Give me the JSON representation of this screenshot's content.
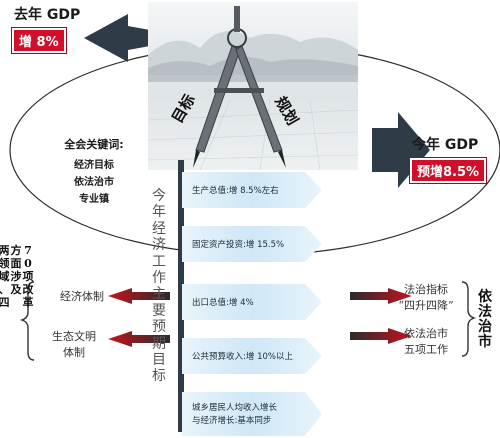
{
  "last_year": {
    "title": "去年 GDP",
    "badge": "增 8%"
  },
  "this_year": {
    "title": "今年 GDP",
    "badge": "预增8.5%"
  },
  "image_labels": {
    "goal": "目标",
    "plan": "规划"
  },
  "keywords": {
    "title": "全会关键词:",
    "items": [
      "经济目标",
      "依法治市",
      "专业镇"
    ]
  },
  "center_vertical": "今年经济工作主要预期目标",
  "targets": [
    "生产总值:增 8.5%左右",
    "固定资产投资:增 15.5%",
    "出口总值:增 4%",
    "公共预算收入:增 10%以上",
    [
      "城乡居民人均收入增长",
      "与经济增长:基本同步"
    ]
  ],
  "left_items": [
    "经济体制",
    [
      "生态文明",
      "体制"
    ]
  ],
  "left_vertical": [
    "两领域、四",
    "方面涉及",
    "70项改革"
  ],
  "right_items": [
    [
      "法治指标",
      "“四升四降”"
    ],
    [
      "依法治市",
      "五项工作"
    ]
  ],
  "right_vertical": "依法治市",
  "colors": {
    "red": "#d0102a",
    "blue_band": "#cfe7f7",
    "dark_arrow": "#2f3b47",
    "arrow_red": "#c3141f"
  }
}
